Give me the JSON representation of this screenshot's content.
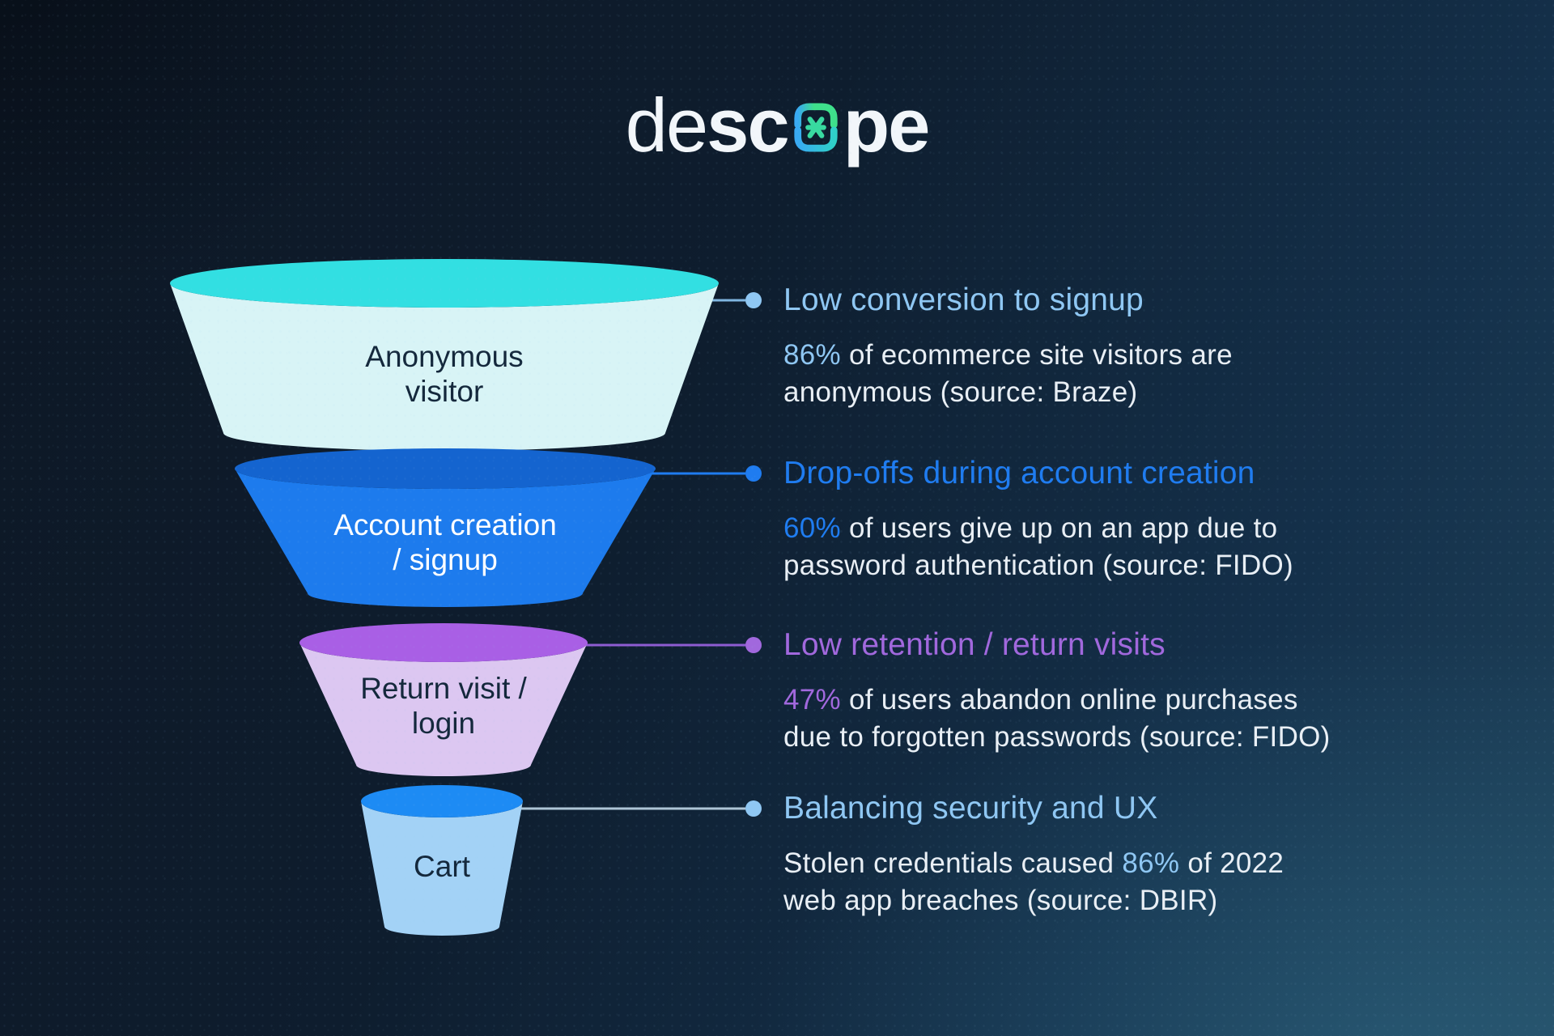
{
  "background": {
    "top_left_color": "#0d1724",
    "bottom_right_color": "#1e4159"
  },
  "body_text_color": "#e9eff5",
  "logo": {
    "text_light": "de",
    "text_bold_left": "sc",
    "text_bold_right": "pe",
    "text_color": "#f2f6fa",
    "mark": "descope-asterisk-mark",
    "mark_colors": {
      "bracket_green": "#3ee08b",
      "bracket_blue": "#38a9f2",
      "bracket_teal": "#2fd0c8",
      "asterisk": "#38d9a0"
    }
  },
  "funnel": {
    "segments": [
      {
        "id": "anonymous-visitor",
        "label_line1": "Anonymous",
        "label_line2": "visitor",
        "rim_color": "#32dfe2",
        "body_color": "#d8f4f6",
        "text_color": "#14283c"
      },
      {
        "id": "account-creation-signup",
        "label_line1": "Account creation",
        "label_line2": "/ signup",
        "rim_color": "#1464cf",
        "body_color": "#1d7bed",
        "text_color": "#ffffff"
      },
      {
        "id": "return-visit-login",
        "label_line1": "Return visit /",
        "label_line2": "login",
        "rim_color": "#a95fe5",
        "body_color": "#dcc7f1",
        "text_color": "#14283c"
      },
      {
        "id": "cart",
        "label_line1": "Cart",
        "label_line2": "",
        "rim_color": "#1d8bf4",
        "body_color": "#a3d2f6",
        "text_color": "#14283c"
      }
    ]
  },
  "annotations": [
    {
      "heading": "Low conversion to signup",
      "heading_color": "#8fc7f3",
      "line_color": "#7fb5e0",
      "dot_color": "#8fc7f3",
      "accent_color": "#8fc7f3",
      "line1_pre": "",
      "line1_accent": "86%",
      "line1_post": " of ecommerce site visitors are",
      "line2": "anonymous (source: Braze)"
    },
    {
      "heading": "Drop-offs during account creation",
      "heading_color": "#1f7cf0",
      "line_color": "#1f7cf0",
      "dot_color": "#1f7cf0",
      "accent_color": "#1f7cf0",
      "line1_pre": "",
      "line1_accent": "60%",
      "line1_post": " of users give up on an app due to",
      "line2": "password authentication (source: FIDO)"
    },
    {
      "heading": "Low retention / return visits",
      "heading_color": "#a168dd",
      "line_color": "#8e5cd2",
      "dot_color": "#a168dd",
      "accent_color": "#a168dd",
      "line1_pre": "",
      "line1_accent": "47%",
      "line1_post": " of users abandon online purchases",
      "line2": "due to forgotten passwords (source: FIDO)"
    },
    {
      "heading": "Balancing security and UX",
      "heading_color": "#8fc7f3",
      "line_color": "#aec5d6",
      "dot_color": "#8fc7f3",
      "accent_color": "#8fc7f3",
      "line1_pre": "Stolen credentials caused ",
      "line1_accent": "86%",
      "line1_post": " of 2022",
      "line2": "web app breaches (source: DBIR)"
    }
  ]
}
